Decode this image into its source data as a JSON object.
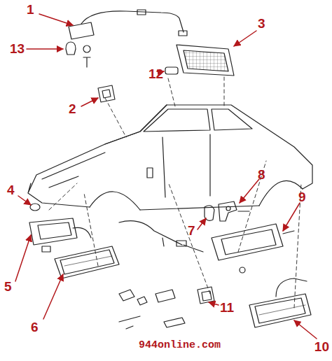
{
  "diagram": {
    "labels": [
      "1",
      "13",
      "3",
      "12",
      "2",
      "4",
      "8",
      "9",
      "7",
      "5",
      "6",
      "11",
      "10",
      "944online.com"
    ]
  }
}
